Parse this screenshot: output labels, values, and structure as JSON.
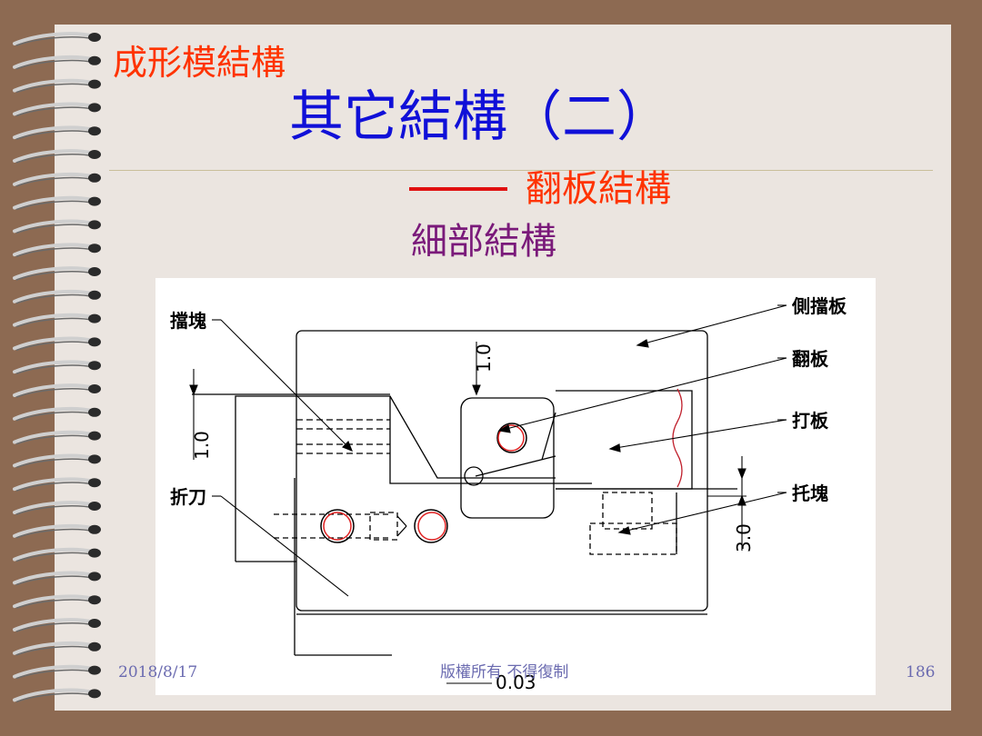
{
  "slide": {
    "header": "成形模結構",
    "title": "其它結構（二）",
    "subtitle": "翻板結構",
    "section": "細部結構"
  },
  "diagram": {
    "labels": {
      "block": "擋塊",
      "side_plate": "側擋板",
      "flip_plate": "翻板",
      "strike_plate": "打板",
      "bending_knife": "折刀",
      "support_block": "托塊"
    },
    "dimensions": {
      "dim_top": "1.0",
      "dim_left": "1.0",
      "dim_right": "3.0",
      "dim_bottom": "0.03"
    }
  },
  "footer": {
    "date": "2018/8/17",
    "copyright": "版權所有 不得復制",
    "page": "186"
  },
  "colors": {
    "background": "#8d6a52",
    "paper": "#ebe5e0",
    "header": "#ff3300",
    "title": "#1010d8",
    "accent_bar": "#e01010",
    "section": "#7a1a7a",
    "footer": "#6b6bb0",
    "circle_highlight": "#e02020"
  },
  "icons": [
    "spiral-binding-icon"
  ]
}
